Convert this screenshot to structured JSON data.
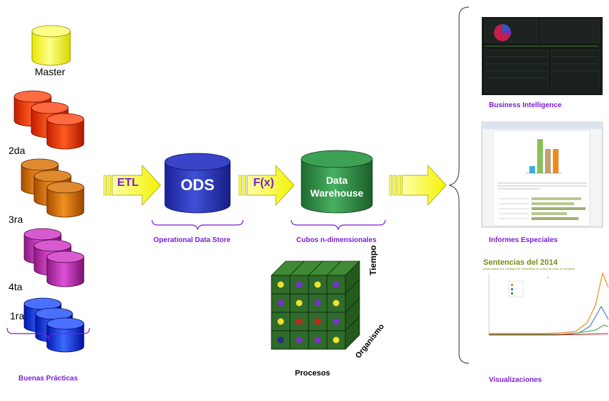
{
  "sources": [
    {
      "label": "Master",
      "color": "yellow"
    },
    {
      "label": "2da",
      "color": "red"
    },
    {
      "label": "3ra",
      "color": "orange"
    },
    {
      "label": "4ta",
      "color": "magenta"
    },
    {
      "label": "1ra",
      "color": "blue"
    }
  ],
  "sources_caption": "Buenas Prácticas",
  "arrows": {
    "etl": "ETL",
    "fx": "F(x)"
  },
  "ods": {
    "title": "ODS",
    "caption": "Operational Data Store"
  },
  "dw": {
    "title_line1": "Data",
    "title_line2": "Warehouse",
    "caption": "Cubos n-dimensionales"
  },
  "cube": {
    "axis_time": "Tiempo",
    "axis_org": "Organismo",
    "axis_proc": "Procesos"
  },
  "outputs": {
    "bi": "Business Intelligence",
    "reports": "Informes Especiales",
    "viz": "Visualizaciones",
    "viz_chart_title": "Sentencias del 2014",
    "viz_chart_subtitle": "(Expresadas por Cantidad de Sentencias en el Año de Inicio a Condena)"
  },
  "colors": {
    "accent": "#7a1fd2",
    "arrow_fill": "#ffff66",
    "ods_blue": "#2a36b8",
    "dw_green": "#2f8f46",
    "cube_green": "#2f6b2a"
  }
}
